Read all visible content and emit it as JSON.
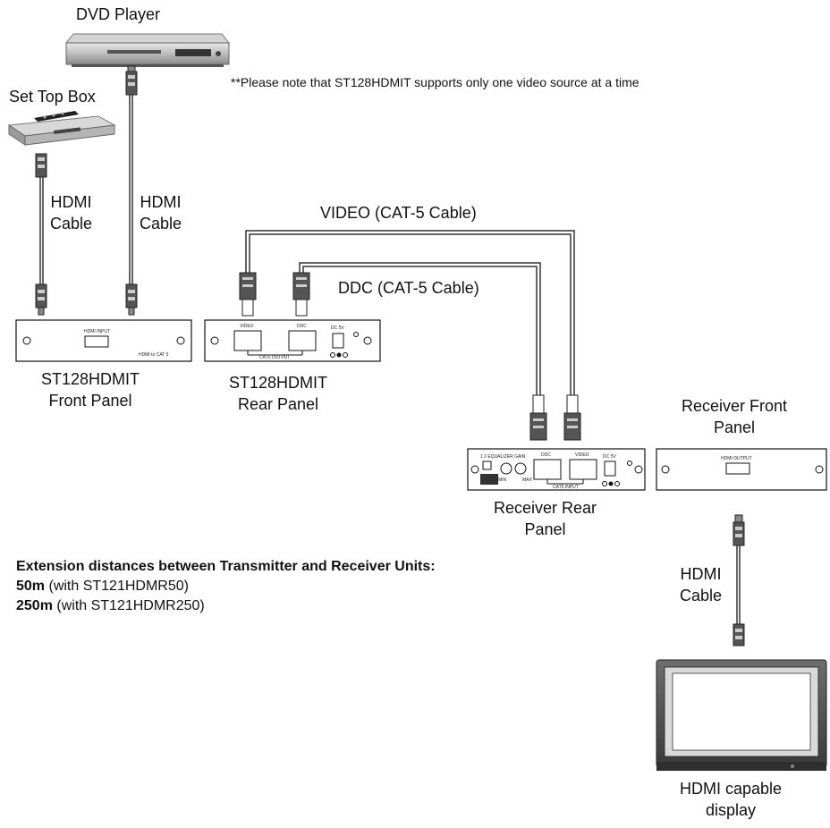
{
  "labels": {
    "dvd_player": "DVD Player",
    "set_top_box": "Set Top Box",
    "hdmi_cable_left": [
      "HDMI",
      "Cable"
    ],
    "hdmi_cable_right": [
      "HDMI",
      "Cable"
    ],
    "hdmi_cable_bottom": [
      "HDMI",
      "Cable"
    ],
    "video_cable": "VIDEO (CAT-5 Cable)",
    "ddc_cable": "DDC (CAT-5 Cable)",
    "tx_front": [
      "ST128HDMIT",
      "Front Panel"
    ],
    "tx_rear": [
      "ST128HDMIT",
      "Rear Panel"
    ],
    "rx_rear": [
      "Receiver Rear",
      "Panel"
    ],
    "rx_front": [
      "Receiver Front",
      "Panel"
    ],
    "display": [
      "HDMI capable",
      "display"
    ]
  },
  "note": "**Please note that ST128HDMIT supports only one video source at a time",
  "extension": {
    "heading": "Extension distances between Transmitter and Receiver Units:",
    "rows": [
      {
        "dist": "50m",
        "model": "(with ST121HDMR50)"
      },
      {
        "dist": "250m",
        "model": "(with ST121HDMR250)"
      }
    ]
  },
  "panel_text": {
    "tx_front_input": "HDMI INPUT",
    "tx_front_brand": "HDMI to CAT 5",
    "tx_rear_video": "VIDEO",
    "tx_rear_ddc": "DDC",
    "tx_rear_dc": "DC 5V",
    "tx_rear_output": "CAT5 OUTPUT",
    "rx_rear_eq": "1  2  EQUALIZER  GAIN",
    "rx_rear_min": "MIN",
    "rx_rear_max": "MAX",
    "rx_rear_ddc": "DDC",
    "rx_rear_video": "VIDEO",
    "rx_rear_dc": "DC 5V",
    "rx_rear_input": "CAT5 INPUT",
    "rx_front_output": "HDMI OUTPUT"
  }
}
